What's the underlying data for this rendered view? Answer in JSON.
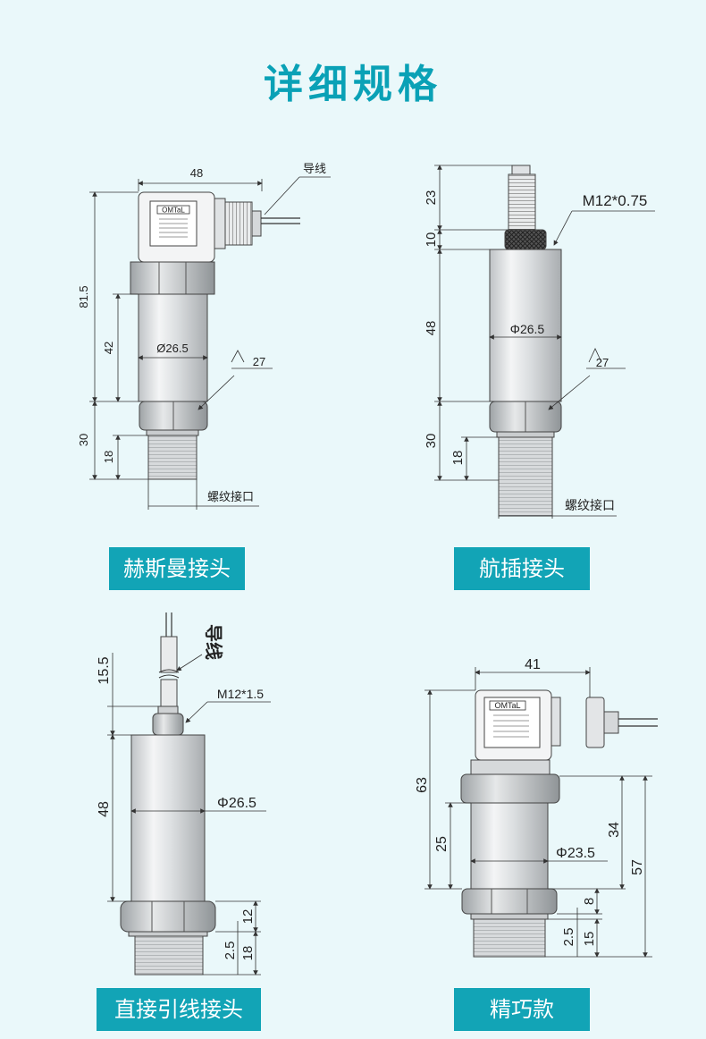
{
  "page_title": "详细规格",
  "models": [
    {
      "name": "赫斯曼接头",
      "dims": {
        "top_width": "48",
        "total_height": "81.5",
        "body_height": "42",
        "diameter": "Ø26.5",
        "hex": "27",
        "bottom": "30",
        "thread": "18"
      },
      "callouts": {
        "wire": "导线",
        "thread_port": "螺纹接口"
      },
      "logo": "OMTaL"
    },
    {
      "name": "航插接头",
      "dims": {
        "top": "23",
        "nut": "10",
        "body": "48",
        "diameter": "Φ26.5",
        "hex": "27",
        "bottom": "30",
        "thread": "18",
        "connector": "M12*0.75"
      },
      "callouts": {
        "thread_port": "螺纹接口"
      }
    },
    {
      "name": "直接引线接头",
      "dims": {
        "cable": "15.5",
        "body": "48",
        "diameter": "Φ26.5",
        "gland": "M12*1.5",
        "hex": "12",
        "thread": "18",
        "gap": "2.5"
      },
      "callouts": {
        "wire": "导线"
      }
    },
    {
      "name": "精巧款",
      "dims": {
        "top_width": "41",
        "total_height": "63",
        "body": "25",
        "diameter": "Φ23.5",
        "right_a": "34",
        "right_b": "57",
        "hex": "8",
        "gap": "2.5",
        "thread": "15"
      },
      "logo": "OMTaL"
    }
  ]
}
